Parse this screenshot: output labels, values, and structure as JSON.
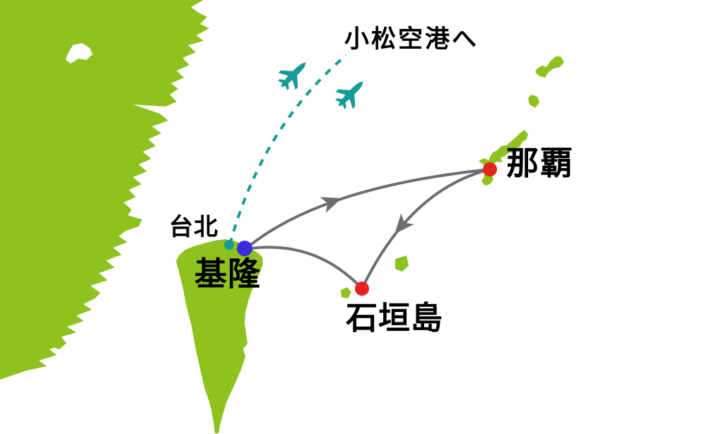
{
  "map": {
    "labels": {
      "komatsu_airport": "小松空港へ",
      "taipei": "台北",
      "keelung": "基隆",
      "naha": "那覇",
      "ishigaki": "石垣島"
    },
    "colors": {
      "land": "#8dc21f",
      "sea": "#ffffff",
      "cruise_route": "#6e6e6e",
      "flight_route": "#169b93",
      "port_marker_red": "#e7231d",
      "keelung_marker_blue": "#3b2ae0",
      "taipei_marker_teal": "#169b93",
      "label_text": "#000000"
    },
    "cruise_route_legs": [
      {
        "endpoints": [
          "基隆",
          "那覇"
        ],
        "arrow_towards": "那覇"
      },
      {
        "endpoints": [
          "那覇",
          "石垣島"
        ],
        "arrow_towards": "石垣島"
      },
      {
        "endpoints": [
          "基隆",
          "石垣島"
        ],
        "arrow_towards": null
      }
    ],
    "flight_route": {
      "style": "dashed",
      "destination_label": "小松空港へ",
      "airplane_count": 2
    },
    "icons": {
      "airplane_icon": "✈",
      "route_arrow_icon": "➤",
      "marker_icon": "●"
    }
  }
}
